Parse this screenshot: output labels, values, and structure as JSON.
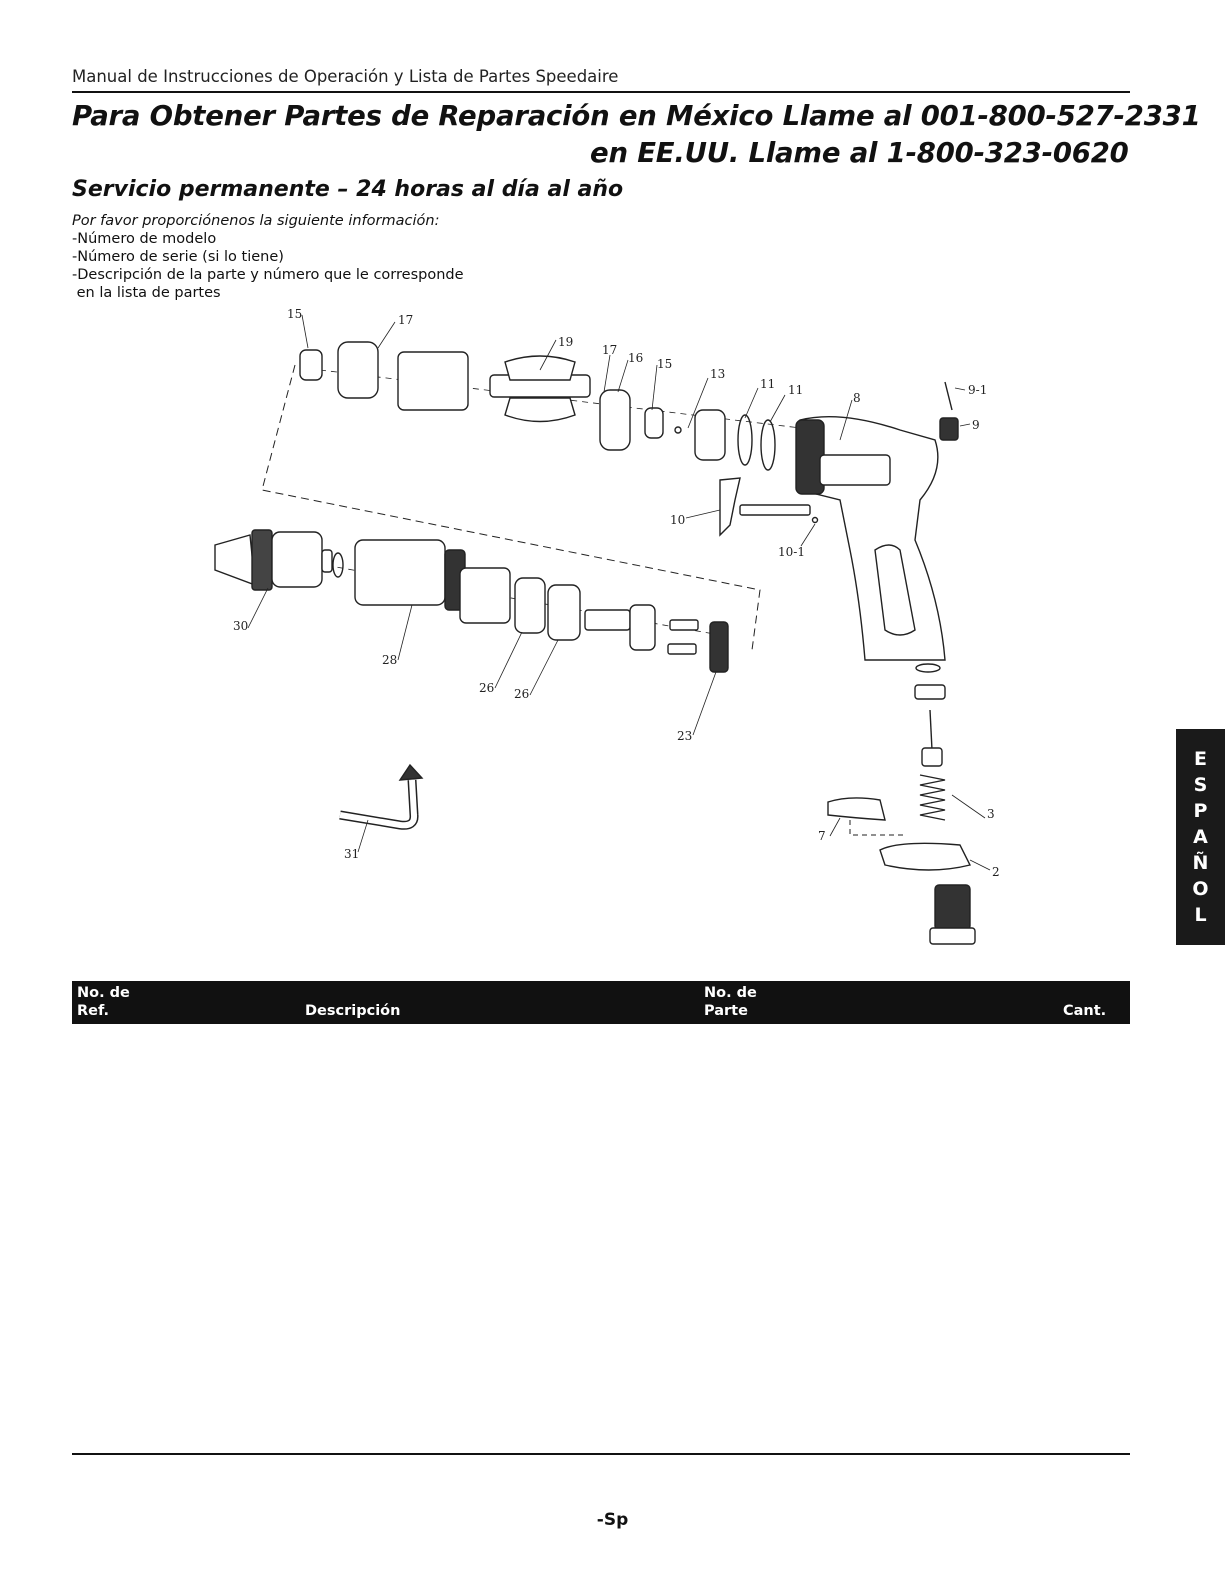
{
  "header": {
    "manual_title": "Manual de Instrucciones de Operación y Lista de Partes Speedaire",
    "parts_line_1": "Para Obtener Partes de Reparación en México Llame al 001-800-527-2331",
    "parts_line_2": "en EE.UU. Llame al 1-800-323-0620",
    "service": "Servicio permanente – 24 horas al día al año"
  },
  "info": {
    "intro": "Por favor proporciónenos la siguiente información:",
    "items": [
      "-Número de modelo",
      "-Número de serie (si lo tiene)",
      "-Descripción de la parte y número que le corresponde",
      " en la lista de partes"
    ]
  },
  "diagram": {
    "labels": [
      "15",
      "17",
      "19",
      "17",
      "16",
      "15",
      "13",
      "11",
      "11",
      "8",
      "9-1",
      "9",
      "10",
      "10-1",
      "30",
      "28",
      "26",
      "26",
      "23",
      "31",
      "7",
      "3",
      "2"
    ]
  },
  "table": {
    "col1_line1": "No. de",
    "col1_line2": "Ref.",
    "col2": "Descripción",
    "col3_line1": "No. de",
    "col3_line2": "Parte",
    "col4": "Cant."
  },
  "footer": {
    "page": "-Sp"
  },
  "side_tab": {
    "letters": [
      "E",
      "S",
      "P",
      "A",
      "Ñ",
      "O",
      "L"
    ]
  }
}
